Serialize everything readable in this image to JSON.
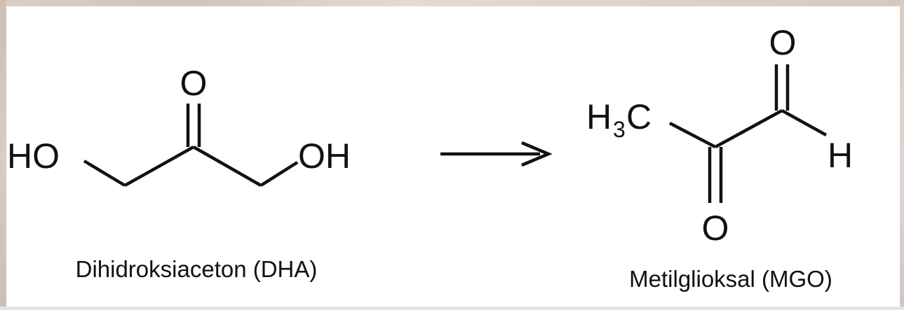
{
  "molecules": {
    "dha": {
      "atom_o_carbonyl": "O",
      "atom_ho_left": "HO",
      "atom_oh_right": "OH",
      "caption": "Dihidroksiaceton (DHA)"
    },
    "mgo": {
      "atom_o_top": "O",
      "atom_h3c_h": "H",
      "atom_h3c_sub": "3",
      "atom_h3c_c": "C",
      "atom_h_right": "H",
      "atom_o_bottom": "O",
      "caption": "Metilglioksal (MGO)"
    }
  },
  "arrow": {
    "direction": "right"
  },
  "colors": {
    "ink": "#111111",
    "background": "#ffffff"
  }
}
